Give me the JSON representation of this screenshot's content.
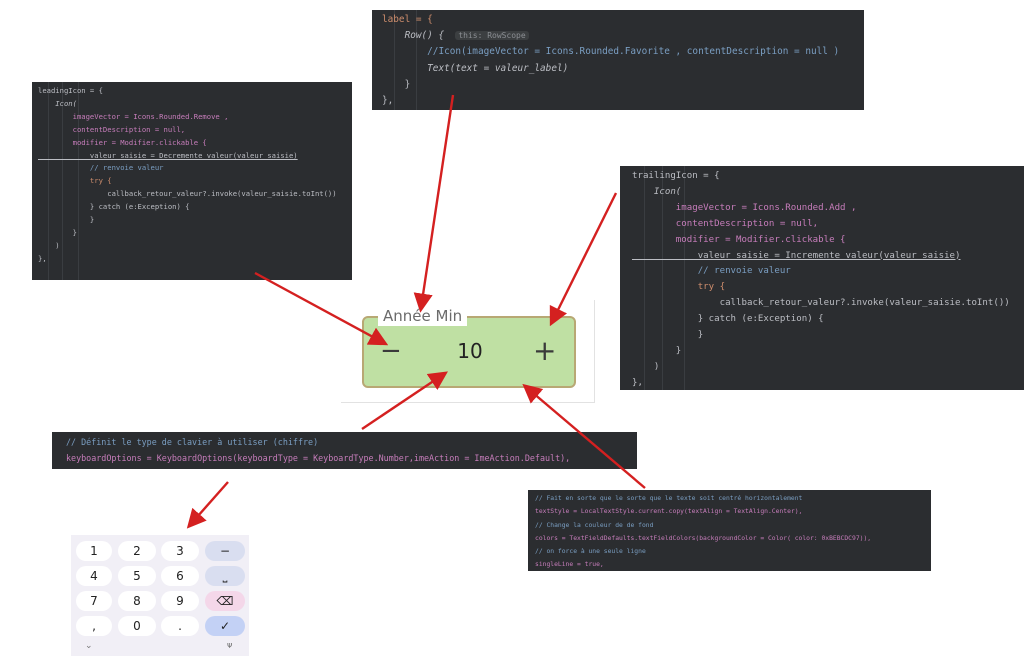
{
  "snippets": {
    "label": [
      [
        "label = {"
      ],
      [
        "    Row() {  ",
        "this: RowScope"
      ],
      [
        "        //Icon(imageVector = Icons.Rounded.Favorite , contentDescription = null )"
      ],
      [
        "        Text(text = valeur_label)"
      ],
      [
        "    }"
      ],
      [
        "},"
      ]
    ],
    "leading": [
      "leadingIcon = {",
      "    Icon(",
      "        imageVector = Icons.Rounded.Remove ,",
      "        contentDescription = null,",
      "        modifier = Modifier.clickable {",
      "            valeur_saisie = Decremente_valeur(valeur_saisie)",
      "            // renvoie valeur",
      "            try {",
      "                callback_retour_valeur?.invoke(valeur_saisie.toInt())",
      "            } catch (e:Exception) {",
      "            }",
      "",
      "        }",
      "    )",
      "},"
    ],
    "trailing": [
      "trailingIcon = {",
      "    Icon(",
      "        imageVector = Icons.Rounded.Add ,",
      "        contentDescription = null,",
      "        modifier = Modifier.clickable {",
      "            valeur_saisie = Incremente_valeur(valeur_saisie)",
      "            // renvoie valeur",
      "            try {",
      "                callback_retour_valeur?.invoke(valeur_saisie.toInt())",
      "            } catch (e:Exception) {",
      "            }",
      "        }",
      "    )",
      "},"
    ],
    "keyboard_options": [
      "// Définit le type de clavier à utiliser (chiffre)",
      "keyboardOptions = KeyboardOptions(keyboardType = KeyboardType.Number,imeAction = ImeAction.Default),"
    ],
    "style": [
      "// Fait en sorte que le sorte que le texte soit centré horizontalement",
      "textStyle = LocalTextStyle.current.copy(textAlign = TextAlign.Center),",
      "// Change la couleur de de fond",
      "colors = TextFieldDefaults.textFieldColors(backgroundColor = Color( color: 0xBEBCDC97)),",
      "// on force à une seule ligne",
      "singleLine = true,"
    ]
  },
  "field": {
    "label": "Année Min",
    "value": "10",
    "minus": "−",
    "plus": "+",
    "background": "#bfe0a3"
  },
  "keyboard": {
    "keys": [
      "1",
      "2",
      "3",
      "−",
      "4",
      "5",
      "6",
      "⎵",
      "7",
      "8",
      "9",
      "⌫",
      ",",
      "0",
      ".",
      "✓"
    ],
    "bottom_left": "⌄",
    "bottom_right": "ᴪ"
  },
  "colors": {
    "editor_bg": "#2b2d30",
    "arrow": "#d42020"
  }
}
